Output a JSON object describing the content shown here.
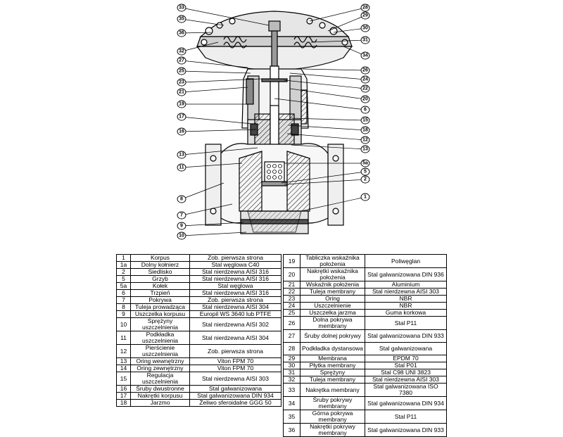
{
  "callouts_left": [
    "33",
    "35",
    "36",
    "32",
    "27",
    "25",
    "23",
    "21",
    "19",
    "17",
    "16",
    "13",
    "11",
    "8",
    "7",
    "9",
    "10"
  ],
  "callouts_right": [
    "28",
    "29",
    "30",
    "31",
    "34",
    "26",
    "24",
    "22",
    "20",
    "6",
    "15",
    "18",
    "12",
    "13",
    "5a",
    "5",
    "2",
    "1"
  ],
  "parts_left": [
    {
      "no": "1",
      "name": "Korpus",
      "material": "Zob. pierwsza strona"
    },
    {
      "no": "1a",
      "name": "Dolny kołnierz",
      "material": "Stal węglowa C40"
    },
    {
      "no": "2",
      "name": "Siedlisko",
      "material": "Stal nierdzewna AISI 316"
    },
    {
      "no": "5",
      "name": "Grzyb",
      "material": "Stal nierdzewna AISI 316"
    },
    {
      "no": "5a",
      "name": "Kołek",
      "material": "Stal węglowa"
    },
    {
      "no": "6",
      "name": "Trzpień",
      "material": "Stal nierdzewna AISI 316"
    },
    {
      "no": "7",
      "name": "Pokrywa",
      "material": "Zob. pierwsza strona"
    },
    {
      "no": "8",
      "name": "Tuleja prowadząca",
      "material": "Stal nierdzewna AISI 304"
    },
    {
      "no": "9",
      "name": "Uszczelka korpusu",
      "material": "Europil WS 3640 lub PTFE"
    },
    {
      "no": "10",
      "name": "Sprężyny uszczelnienia",
      "material": "Stal nierdzewna AISI 302"
    },
    {
      "no": "11",
      "name": "Podkładka uszczelnienia",
      "material": "Stal nierdzewna AISI 304"
    },
    {
      "no": "12",
      "name": "Pierścienie uszczelnienia",
      "material": "Zob. pierwsza strona"
    },
    {
      "no": "13",
      "name": "Oring wewnętrzny",
      "material": "Viton FPM 70"
    },
    {
      "no": "14",
      "name": "Oring zewnętrzny",
      "material": "Viton FPM 70"
    },
    {
      "no": "15",
      "name": "Regulacja uszczelnienia",
      "material": "Stal nierdzewna AISI 303"
    },
    {
      "no": "16",
      "name": "Śruby dwustronne",
      "material": "Stal galwanizowana"
    },
    {
      "no": "17",
      "name": "Nakrętki korpusu",
      "material": "Stal galwanizowana DIN 934"
    },
    {
      "no": "18",
      "name": "Jarzmo",
      "material": "Żeliwo sferoidalne GGG 50"
    }
  ],
  "parts_right": [
    {
      "no": "19",
      "name": "Tabliczka wskaźnika położenia",
      "material": "Poliwęglan"
    },
    {
      "no": "20",
      "name": "Nakrętki wskaźnika położenia",
      "material": "Stal galwanizowana DIN 936"
    },
    {
      "no": "21",
      "name": "Wskaźnik położenia",
      "material": "Aluminium"
    },
    {
      "no": "22",
      "name": "Tuleja membrany",
      "material": "Stal nierdzewna AISI 303"
    },
    {
      "no": "23",
      "name": "Oring",
      "material": "NBR"
    },
    {
      "no": "24",
      "name": "Uszczelnienie",
      "material": "NBR"
    },
    {
      "no": "25",
      "name": "Uszczelka jarzma",
      "material": "Guma korkowa"
    },
    {
      "no": "26",
      "name": "Dolna pokrywa membrany",
      "material": "Stal P11"
    },
    {
      "no": "27",
      "name": "Śruby dolnej pokrywy",
      "material": "Stal galwanizowana DIN 933"
    },
    {
      "no": "28",
      "name": "Podkładka dystansowa",
      "material": "Stal galwanizowana"
    },
    {
      "no": "29",
      "name": "Membrana",
      "material": "EPDM 70"
    },
    {
      "no": "30",
      "name": "Płytka membrany",
      "material": "Stal P01"
    },
    {
      "no": "31",
      "name": "Sprężyny",
      "material": "Stal C98 UNI 3823"
    },
    {
      "no": "32",
      "name": "Tuleja membrany",
      "material": "Stal nierdzewna AISI 303"
    },
    {
      "no": "33",
      "name": "Nakrętka membrany",
      "material": "Stal galwanizowana ISO 7380"
    },
    {
      "no": "34",
      "name": "Śruby pokrywy membrany",
      "material": "Stal galwanizowana DIN 934"
    },
    {
      "no": "35",
      "name": "Górna pokrywa membrany",
      "material": "Stal P11"
    },
    {
      "no": "36",
      "name": "Nakrętki pokrywy membrany",
      "material": "Stal galwanizowana DIN 933"
    }
  ]
}
